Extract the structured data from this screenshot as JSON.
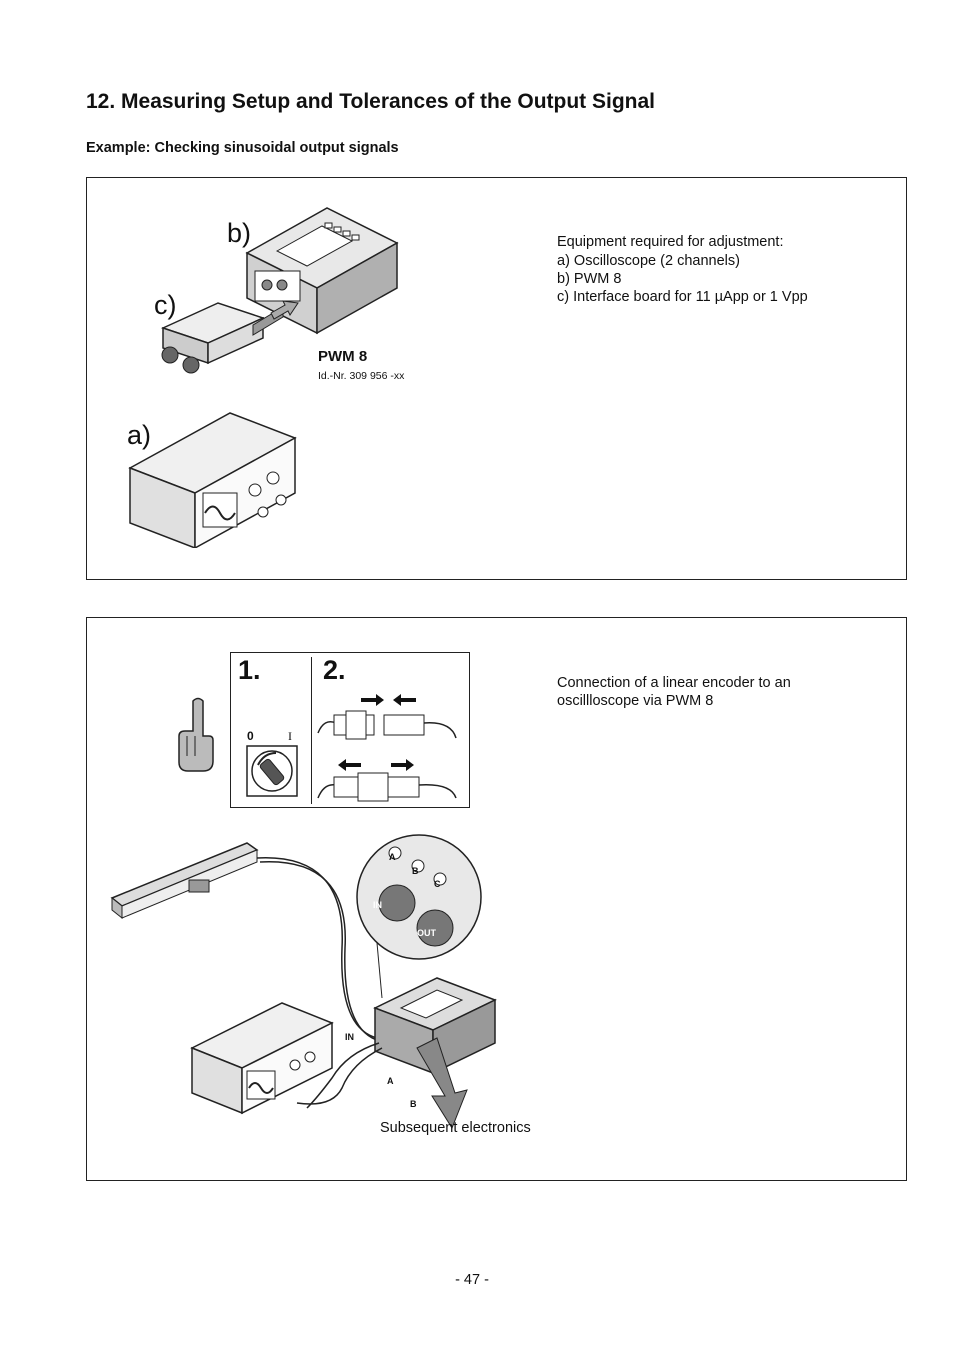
{
  "section_title": "12. Measuring Setup and Tolerances of the Output Signal",
  "example_title": "Example: Checking sinusoidal output signals",
  "panel1": {
    "label_b": "b)",
    "label_c": "c)",
    "label_a": "a)",
    "device_name": "PWM 8",
    "device_id": "Id.-Nr. 309 956 -xx",
    "equipment_heading": "Equipment required for adjustment:",
    "equipment_items": [
      "a)  Oscilloscope (2 channels)",
      "b)  PWM 8",
      "c)  Interface board for 11 µApp or 1 Vpp"
    ]
  },
  "panel2": {
    "step1": "1.",
    "step2": "2.",
    "switch_off": "0",
    "switch_on": "I",
    "caption_line1": "Connection of a linear encoder to an",
    "caption_line2": "oscillloscope via PWM 8",
    "connector_a": "A",
    "connector_b": "B",
    "connector_c": "C",
    "connector_in": "IN",
    "connector_out": "OUT",
    "cable_in": "IN",
    "cable_a": "A",
    "cable_b": "B",
    "subsequent": "Subsequent electronics"
  },
  "page_number": "- 47 -"
}
